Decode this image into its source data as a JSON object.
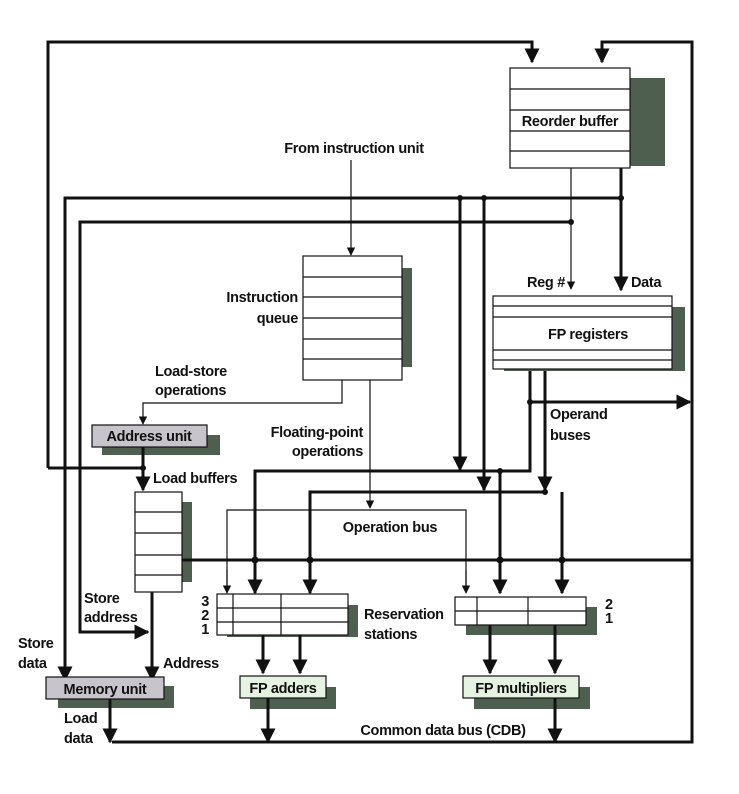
{
  "diagram": {
    "title": "Tomasulo algorithm FP unit with reorder buffer",
    "colors": {
      "shadow": "#4f5f4f",
      "unit_gray": "#c8c4cc",
      "unit_green": "#e6f2e2",
      "line": "#111111"
    },
    "components": {
      "reorder_buffer": "Reorder buffer",
      "instruction_queue_line1": "Instruction",
      "instruction_queue_line2": "queue",
      "fp_registers": "FP registers",
      "address_unit": "Address unit",
      "load_buffers": "Load buffers",
      "memory_unit": "Memory unit",
      "fp_adders": "FP adders",
      "fp_multipliers": "FP multipliers",
      "reservation_stations_line1": "Reservation",
      "reservation_stations_line2": "stations"
    },
    "labels": {
      "from_instruction_unit": "From instruction unit",
      "reg_num": "Reg #",
      "data": "Data",
      "load_store_ops_line1": "Load-store",
      "load_store_ops_line2": "operations",
      "fp_ops_line1": "Floating-point",
      "fp_ops_line2": "operations",
      "operand_buses_line1": "Operand",
      "operand_buses_line2": "buses",
      "operation_bus": "Operation bus",
      "store_address_line1": "Store",
      "store_address_line2": "address",
      "store_data_line1": "Store",
      "store_data_line2": "data",
      "address": "Address",
      "load_data_line1": "Load",
      "load_data_line2": "data",
      "cdb": "Common data bus (CDB)"
    },
    "rs_adder_indices": [
      "3",
      "2",
      "1"
    ],
    "rs_mult_indices": [
      "2",
      "1"
    ]
  }
}
